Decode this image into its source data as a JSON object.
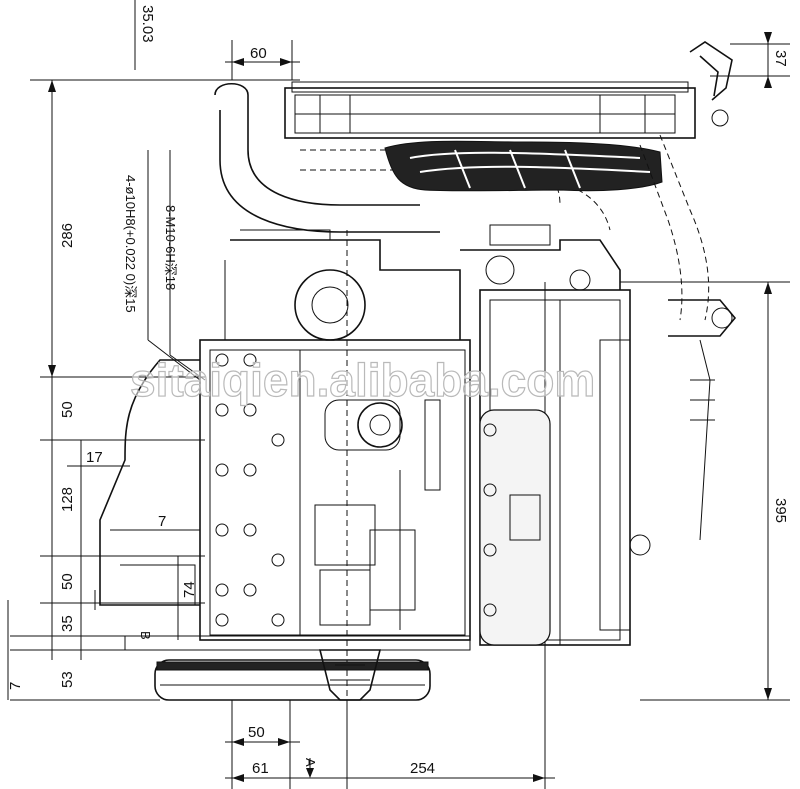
{
  "dimensions": {
    "top_left_vertical": "35.03",
    "top_width": "60",
    "top_right": "37",
    "height_286": "286",
    "height_50a": "50",
    "offset_17": "17",
    "height_128": "128",
    "offset_7": "7",
    "height_50b": "50",
    "height_35": "35",
    "height_74": "74",
    "height_53": "53",
    "height_7": "7",
    "height_395": "395",
    "bottom_50": "50",
    "bottom_61": "61",
    "bottom_254": "254"
  },
  "notes": {
    "bolt_spec": "8-M10-6H深18",
    "hole_spec": "4-ø10H8(+0.022 0)深15"
  },
  "section_labels": {
    "mark_b": "B",
    "mark_a": "A"
  },
  "watermark": "sitaiqien.alibaba.com",
  "colors": {
    "line": "#111111",
    "background": "#ffffff",
    "watermark_stroke": "#b9b9b9"
  }
}
